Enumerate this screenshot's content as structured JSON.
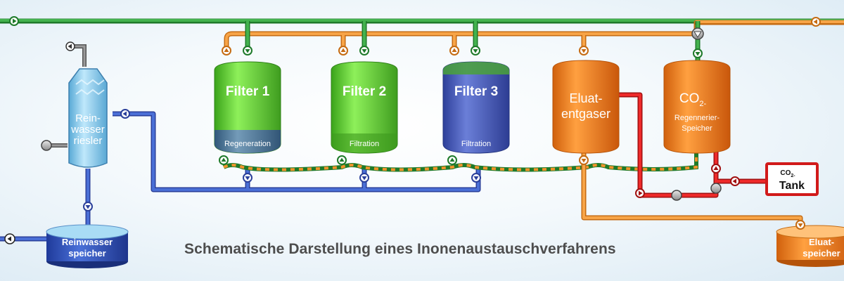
{
  "caption": "Schematische Darstellung eines Inonenaustauschverfahrens",
  "vessels": {
    "filter1": {
      "title": "Filter 1",
      "status": "Regeneration"
    },
    "filter2": {
      "title": "Filter 2",
      "status": "Filtration"
    },
    "filter3": {
      "title": "Filter 3",
      "status": "Filtration"
    },
    "eluat_entgaser": {
      "line1": "Eluat-",
      "line2": "entgaser"
    },
    "co2_speicher": {
      "line1": "CO",
      "line1_sub": "2-",
      "line2": "Regennerier-",
      "line3": "Speicher"
    },
    "reinwasser_riesler": {
      "line1": "Rein-",
      "line2": "wasser",
      "line3": "riesler"
    },
    "reinwasser_speicher": {
      "line1": "Reinwasser",
      "line2": "speicher"
    },
    "eluat_speicher": {
      "line1": "Eluat-",
      "line2": "speicher"
    },
    "co2_tank": {
      "top": "CO",
      "top_sub": "2-",
      "bottom": "Tank"
    }
  },
  "colors": {
    "fresh_water": "#2e9a3a",
    "co2_gas": "#f0932b",
    "eluate": "#3a5fc0",
    "co2_regenerant": "#e02020",
    "filter_green": "#6fd13b",
    "filter_blue": "#5566c4",
    "vessel_orange": "#f07d1a",
    "water_blue": "#8fd0ee"
  }
}
